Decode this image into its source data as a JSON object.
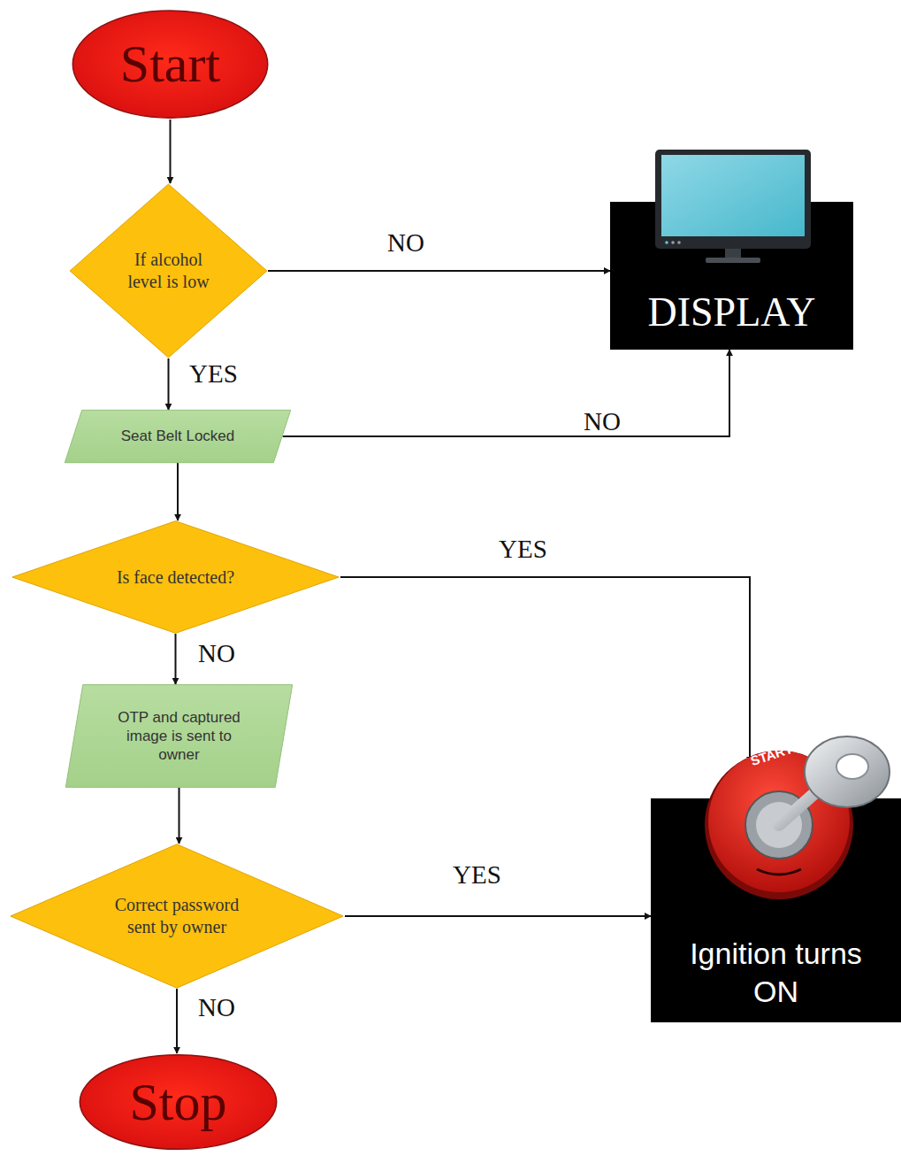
{
  "diagram": {
    "nodes": [
      {
        "text": [
          "Start"
        ]
      },
      {
        "text": [
          "If alcohol level is low"
        ]
      },
      {
        "text": [
          "DISPLAY"
        ]
      },
      {
        "text": [
          "Seat Belt Locked"
        ]
      },
      {
        "text": [
          "Is face detected?"
        ]
      },
      {
        "text": [
          "OTP and captured image is sent to owner"
        ]
      },
      {
        "text": [
          "Correct password sent by owner"
        ]
      },
      {
        "text": [
          "Ignition turns ON"
        ]
      },
      {
        "text": [
          "Stop"
        ]
      }
    ],
    "edges": [
      {
        "from": 0,
        "to": 1,
        "arrow": "to"
      },
      {
        "from": 1,
        "to": 2,
        "label": "NO",
        "arrow": "to"
      },
      {
        "from": 1,
        "to": 3,
        "label": "YES",
        "arrow": "to"
      },
      {
        "from": 3,
        "to": 2,
        "label": "NO",
        "arrow": "to"
      },
      {
        "from": 3,
        "to": 4,
        "arrow": "to"
      },
      {
        "from": 4,
        "to": 7,
        "label": "YES",
        "arrow": "to"
      },
      {
        "from": 4,
        "to": 5,
        "label": "NO",
        "arrow": "to"
      },
      {
        "from": 5,
        "to": 6,
        "arrow": "to"
      },
      {
        "from": 6,
        "to": 7,
        "label": "YES",
        "arrow": "to"
      },
      {
        "from": 6,
        "to": 8,
        "label": "NO",
        "arrow": "to"
      }
    ],
    "labels": [
      "START"
    ]
  }
}
